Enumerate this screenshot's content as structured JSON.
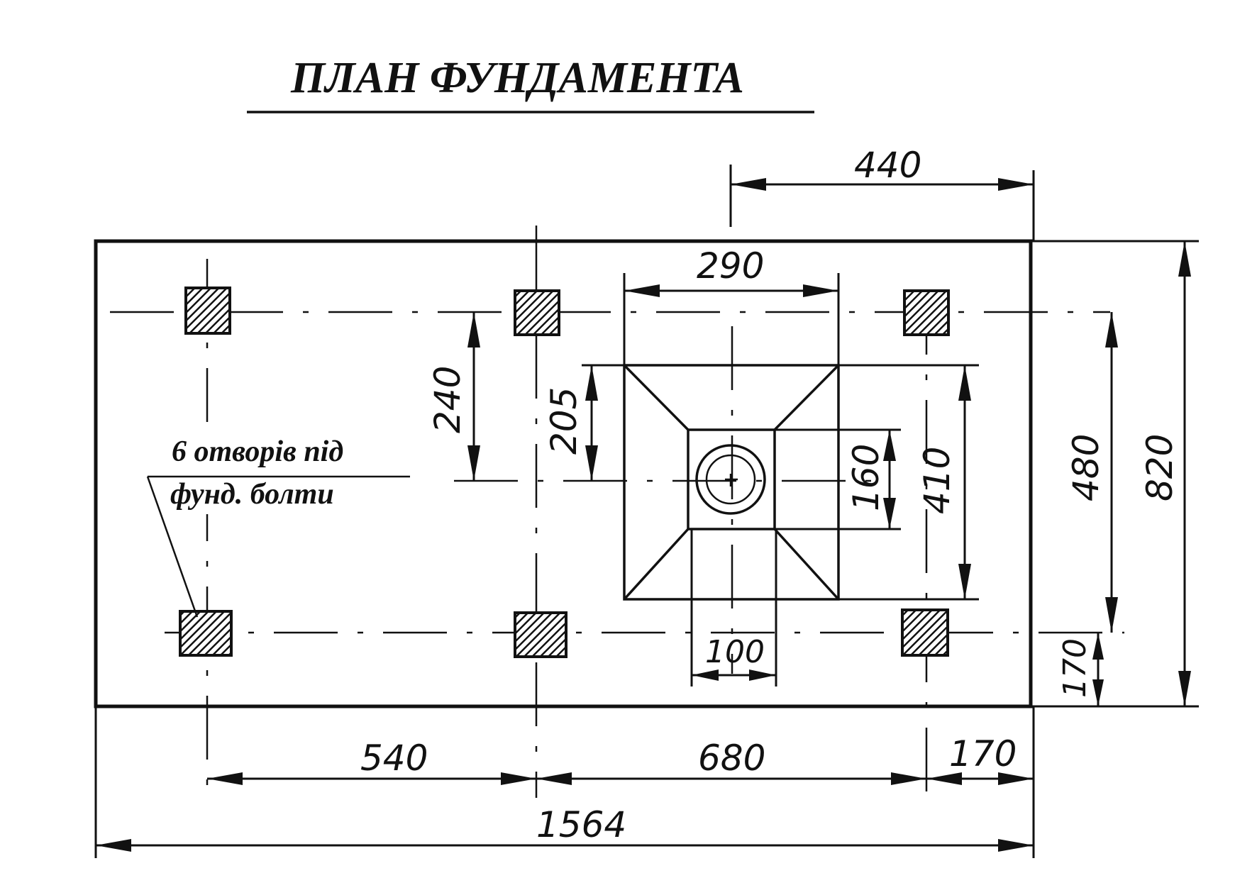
{
  "title": "ПЛАН  ФУНДАМЕНТА",
  "note": {
    "line1": "6 отворів під",
    "line2": "фунд. болти"
  },
  "dimensions": {
    "overall_length": "1564",
    "overall_width": "820",
    "span_left": "540",
    "span_middle": "680",
    "span_right": "170",
    "bolt_rows": "480",
    "edge_bottom": "170",
    "offset_top": "440",
    "pit_width": "290",
    "pit_depth_offset": "240",
    "pit_inner_offset": "205",
    "pit_length": "410",
    "inner_square": "160",
    "inner_width": "100"
  }
}
